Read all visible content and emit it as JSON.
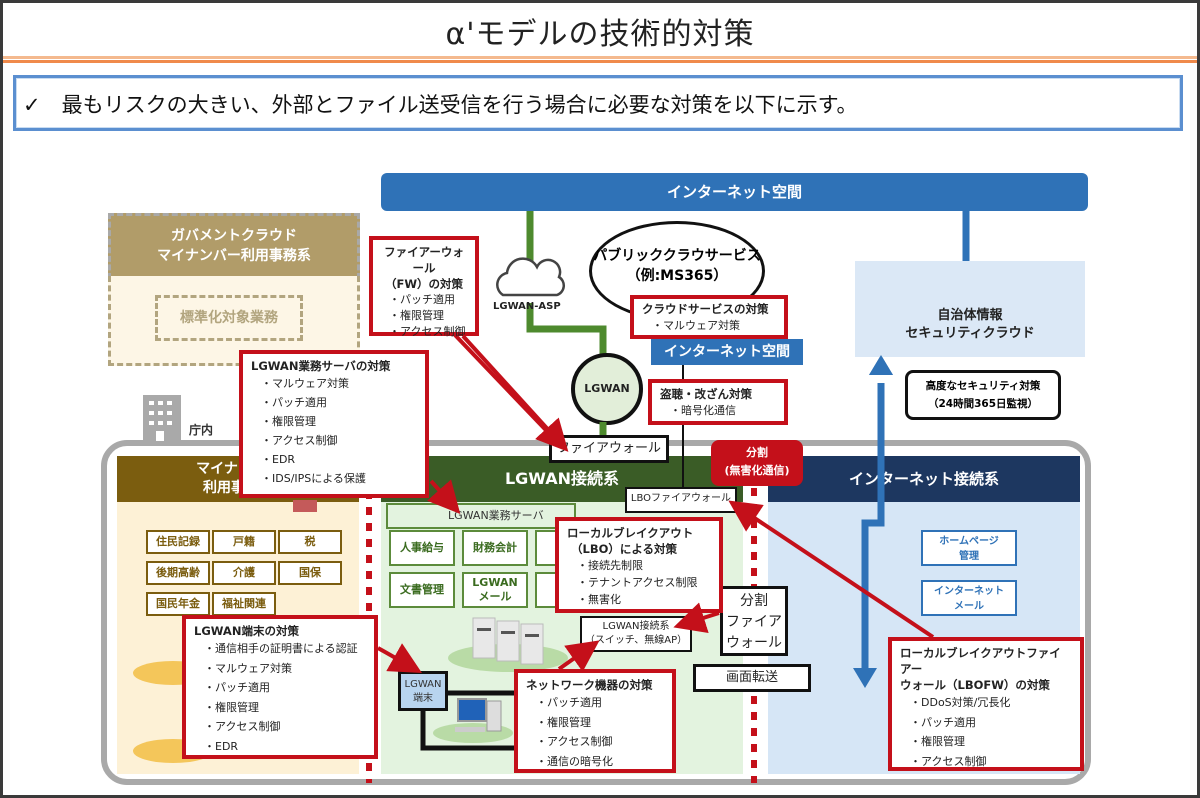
{
  "title": "α'モデルの技術的対策",
  "lead": "✓　最もリスクの大きい、外部とファイル送受信を行う場合に必要な対策を以下に示す。",
  "internet_space": "インターネット空間",
  "gov_cloud": {
    "title_line1": "ガバメントクラウド",
    "title_line2": "マイナンバー利用事務系",
    "standard_ops": "標準化対象業務"
  },
  "lgwan_asp": "LGWAN-ASP",
  "public_cloud": {
    "line1": "パブリッククラウサービス",
    "line2": "（例:MS365）"
  },
  "internet_space_small": "インターネット空間",
  "lgwan_circle": "LGWAN",
  "security_cloud": {
    "line1": "自治体情報",
    "line2": "セキュリティクラウド"
  },
  "advanced_security": {
    "line1": "高度なセキュリティ対策",
    "line2": "（24時間365日監視）"
  },
  "office_label": "庁内",
  "split_badge": {
    "line1": "分割",
    "line2": "(無害化通信)"
  },
  "columns": {
    "mynumber": {
      "head_line1": "マイナンバー",
      "head_line2": "利用事務系",
      "cells": [
        "住民記録",
        "戸籍",
        "税",
        "後期高齢",
        "介護",
        "国保",
        "国民年金",
        "福祉関連"
      ]
    },
    "lgwan": {
      "head": "LGWAN接続系",
      "server_bar": "LGWAN業務サーバ",
      "cells": [
        "人事給与",
        "財務会計",
        "",
        "文書管理",
        "LGWAN\nメール",
        ""
      ],
      "terminal": "LGWAN\n端末",
      "switch_line1": "LGWAN接続系",
      "switch_line2": "（スイッチ、無線AP）"
    },
    "internet": {
      "head": "インターネット接続系",
      "cells": [
        "ホームページ\n管理",
        "インターネット\nメール"
      ]
    }
  },
  "firewall_label": "ファイアウォール",
  "lbo_firewall_label": "LBOファイアウォール",
  "split_firewall": [
    "分割",
    "ファイア",
    "ウォール"
  ],
  "screen_transfer": "画面転送",
  "measures": {
    "fw": {
      "title_line1": "ファイアーウォール",
      "title_line2": "（FW）の対策",
      "items": [
        "パッチ適用",
        "権限管理",
        "アクセス制御"
      ]
    },
    "cloud_service": {
      "title": "クラウドサービスの対策",
      "items": [
        "マルウェア対策"
      ]
    },
    "tapping": {
      "title": "盗聴・改ざん対策",
      "items": [
        "暗号化通信"
      ]
    },
    "lgwan_server": {
      "title": "LGWAN業務サーバの対策",
      "items": [
        "マルウェア対策",
        "パッチ適用",
        "権限管理",
        "アクセス制御",
        "EDR",
        "IDS/IPSによる保護"
      ]
    },
    "lbo": {
      "title_line1": "ローカルブレイクアウト",
      "title_line2": "（LBO）による対策",
      "items": [
        "接続先制限",
        "テナントアクセス制限",
        "無害化"
      ]
    },
    "lgwan_terminal": {
      "title": "LGWAN端末の対策",
      "items": [
        "通信相手の証明書による認証",
        "マルウェア対策",
        "パッチ適用",
        "権限管理",
        "アクセス制御",
        "EDR"
      ]
    },
    "network": {
      "title": "ネットワーク機器の対策",
      "items": [
        "パッチ適用",
        "権限管理",
        "アクセス制御",
        "通信の暗号化"
      ]
    },
    "lbofw": {
      "title_line1": "ローカルブレイクアウトファイアー",
      "title_line2": "ウォール（LBOFW）の対策",
      "items": [
        "DDoS対策/冗長化",
        "パッチ適用",
        "権限管理",
        "アクセス制御"
      ]
    }
  },
  "colors": {
    "internet_blue": "#2f72b7",
    "measure_red": "#c4101a",
    "mynumber_brown": "#7b5d0f",
    "lgwan_green": "#3a5c26",
    "internet_navy": "#1d3760"
  }
}
